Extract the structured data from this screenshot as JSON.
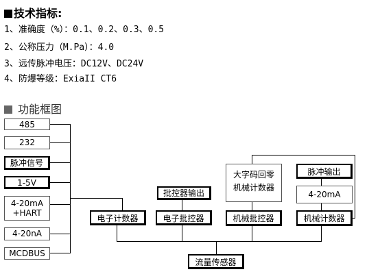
{
  "heading": "技术指标:",
  "specs": [
    "1、准确度（%）：0.1、0.2、0.3、0.5",
    "2、公称压力（M.Pa）：4.0",
    "3、远传脉冲电压：DC12V、DC24V",
    "4、防爆等级：ExiaII CT6"
  ],
  "diagram": {
    "title": "功能框图",
    "left_boxes": [
      "485",
      "232",
      "脉冲信号",
      "1-5V",
      "4-20mA",
      "+HART",
      "4-20nA",
      "MCDBUS"
    ],
    "electronic_counter": "电子计数器",
    "batch_controller_output": "批控器输出",
    "electronic_batch_controller": "电子批控器",
    "mech_counter_line1": "大字码回零",
    "mech_counter_line2": "机械计数器",
    "mech_batch_controller": "机械批控器",
    "pulse_output": "脉冲输出",
    "mA_output": "4-20mA",
    "mechanical_counter": "机械计数器",
    "flow_sensor": "流量传感器"
  }
}
